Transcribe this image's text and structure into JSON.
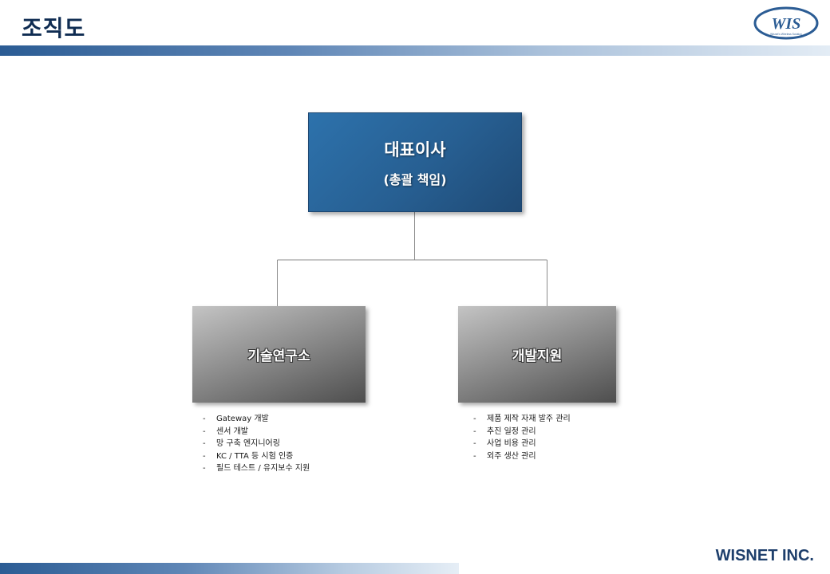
{
  "header": {
    "title": "조직도",
    "logo_text": "WIS",
    "logo_tagline": "Wisnet's Wireless Solution"
  },
  "footer": {
    "company": "WISNET INC."
  },
  "org": {
    "ceo": {
      "title": "대표이사",
      "subtitle": "(총괄 책임)"
    },
    "departments": [
      {
        "name": "기술연구소",
        "duties": [
          "Gateway 개발",
          "센서 개발",
          "망 구축 엔지니어링",
          "KC / TTA 등 시험 인증",
          "필드 테스트 / 유지보수 지원"
        ]
      },
      {
        "name": "개발지원",
        "duties": [
          "제품 제작 자재 발주 관리",
          "추진 일정 관리",
          "사업 비용 관리",
          "외주 생산 관리"
        ]
      }
    ]
  },
  "colors": {
    "title": "#0f2c52",
    "ceo_box": "#275f92",
    "dept_box_light": "#c4c4c4",
    "dept_box_dark": "#4e4e4e",
    "connector": "#8c8c8c",
    "footer": "#1e3f6c"
  }
}
